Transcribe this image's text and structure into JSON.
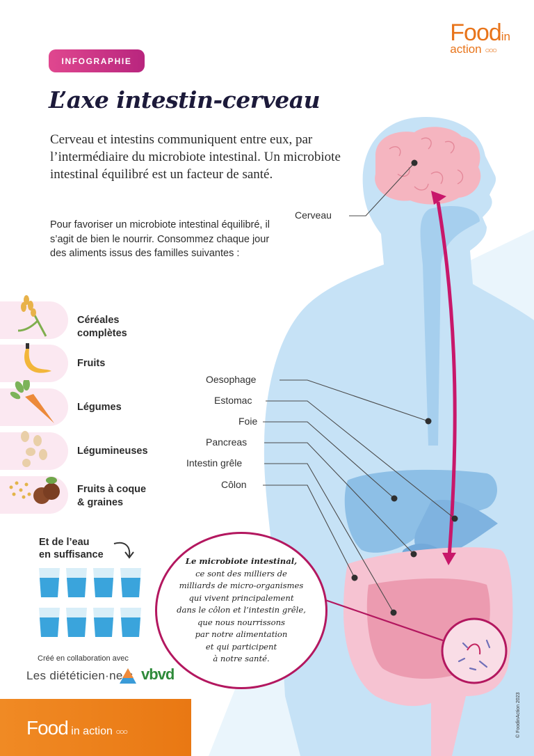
{
  "brand": {
    "top_logo_main": "Food",
    "top_logo_in": "in",
    "top_logo_action": "action",
    "footer_logo_main": "Food",
    "footer_logo_sub": "in action",
    "rings": "○○○",
    "color_orange": "#e8741a",
    "color_magenta": "#c8176a"
  },
  "badge": "INFOGRAPHIE",
  "title": "L’axe intestin-cerveau",
  "lead": "Cerveau et intestins communiquent entre eux, par l’intermédiaire du microbiote intestinal. Un microbiote intestinal équilibré est un facteur de santé.",
  "body_text": "Pour favoriser un microbiote intestinal équilibré, il s’agit de bien le nourrir. Consommez chaque jour des aliments issus des familles suivantes :",
  "food_groups": [
    {
      "label": "Céréales complètes",
      "icon": "wheat-icon"
    },
    {
      "label": "Fruits",
      "icon": "banana-icon"
    },
    {
      "label": "Légumes",
      "icon": "carrot-icon"
    },
    {
      "label": "Légumineuses",
      "icon": "beans-icon"
    },
    {
      "label_line1": "Fruits à coque",
      "label_line2": "& graines",
      "icon": "nuts-icon"
    }
  ],
  "water": {
    "line1": "Et de l’eau",
    "line2": "en suffisance",
    "glass_count": 8
  },
  "collaboration": {
    "label": "Créé en collaboration avec",
    "partner1": "Les diététicien·ne·s",
    "partner2": "vbvd"
  },
  "organs": {
    "brain": "Cerveau",
    "esophagus": "Oesophage",
    "stomach": "Estomac",
    "liver": "Foie",
    "pancreas": "Pancreas",
    "small_intestine": "Intestin grêle",
    "colon": "Côlon"
  },
  "microbiota_bubble": {
    "bold": "Le microbiote intestinal,",
    "lines": [
      "ce sont des milliers de",
      "milliards de micro-organismes",
      "qui vivent principalement",
      "dans le côlon et l’intestin grêle,",
      "que nous nourrissons",
      "par notre alimentation",
      "et qui participent",
      "à notre santé."
    ]
  },
  "copyright": "© FoodinAction 2023"
}
